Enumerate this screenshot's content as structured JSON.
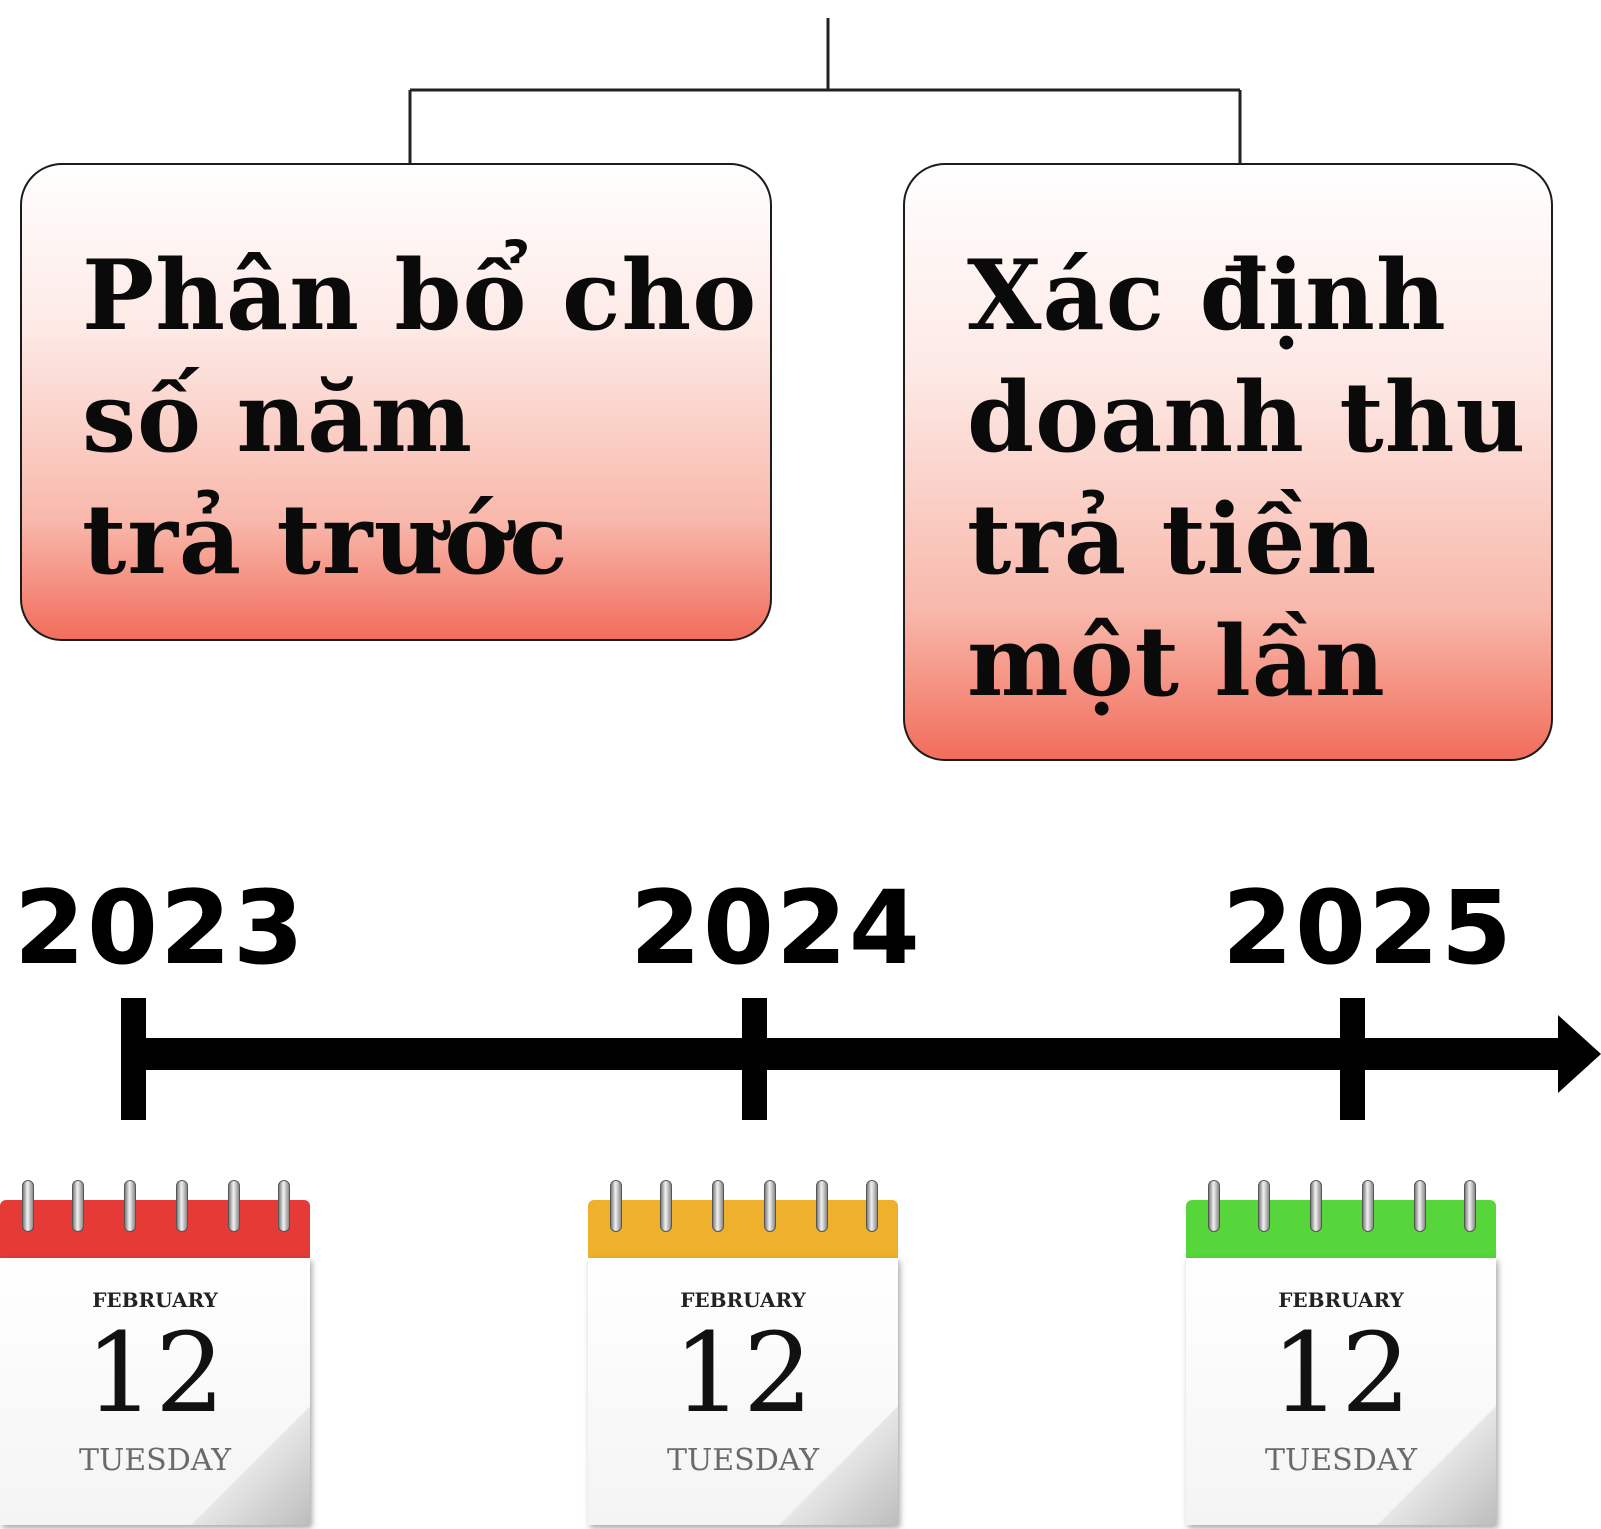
{
  "boxes": [
    {
      "lines": [
        "Phân bổ cho",
        "số năm",
        "trả trước"
      ]
    },
    {
      "lines": [
        "Xác định",
        "doanh thu",
        "trả tiền",
        "một lần"
      ]
    }
  ],
  "timeline": {
    "years": [
      "2023",
      "2024",
      "2025"
    ]
  },
  "calendars": [
    {
      "month": "FEBRUARY",
      "day": "12",
      "weekday": "TUESDAY",
      "color": "#e53a35"
    },
    {
      "month": "FEBRUARY",
      "day": "12",
      "weekday": "TUESDAY",
      "color": "#efb02c"
    },
    {
      "month": "FEBRUARY",
      "day": "12",
      "weekday": "TUESDAY",
      "color": "#56d63a"
    }
  ]
}
